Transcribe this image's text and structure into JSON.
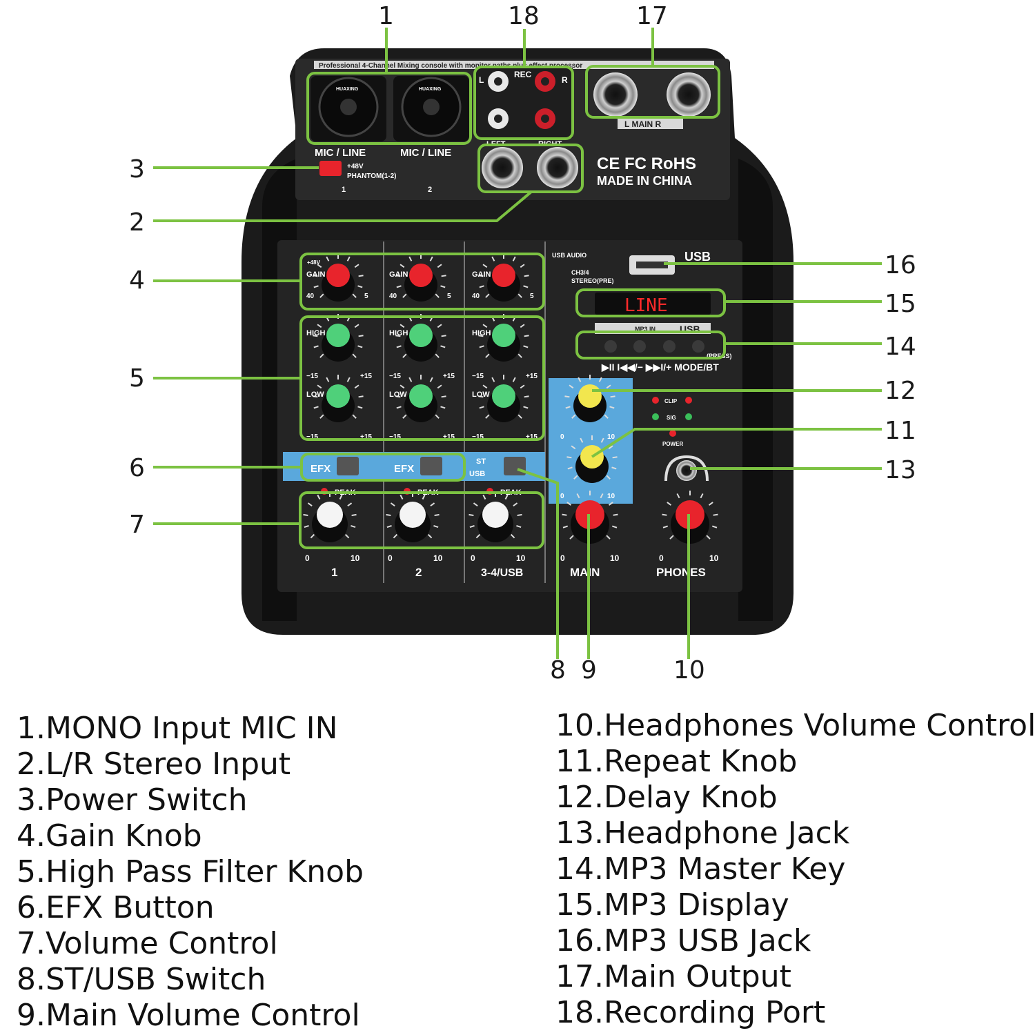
{
  "callouts": [
    "1",
    "2",
    "3",
    "4",
    "5",
    "6",
    "7",
    "8",
    "9",
    "10",
    "11",
    "12",
    "13",
    "14",
    "15",
    "16",
    "17",
    "18"
  ],
  "device": {
    "top_banner": "Professional 4-Channel Mixing console with monitor paths plus effect processor",
    "xlr_brand": "HUAXING",
    "mic_line_label": "MIC / LINE",
    "phantom_label": "+48V",
    "phantom_sub": "PHANTOM(1-2)",
    "ch1": "1",
    "ch2": "2",
    "rec_label": "REC",
    "rca_l": "L",
    "rca_r": "R",
    "stereo_left": "LEFT",
    "stereo_right": "RIGHT",
    "main_out_label": "L  MAIN  R",
    "cert_marks": "CE FC RoHS",
    "made_in": "MADE IN CHINA",
    "usb_audio_label": "USB AUDIO",
    "ch34_label": "CH3/4",
    "stereo_pre_label": "STEREO(PRE)",
    "usb_label": "USB",
    "display_text": "LINE",
    "mp3_in_label": "MP3 IN",
    "mp3_usb_label": "USB",
    "press_label": "(PRESS)",
    "mp3_buttons_label": "▶II   I◀◀/−   ▶▶I/+   MODE/BT",
    "gain_label": "GAIN",
    "gain_min": "40",
    "gain_max": "5",
    "plus48v_small": "+48V",
    "high_label": "HIGH",
    "low_label": "LOW",
    "eq_min": "−15",
    "eq_max": "+15",
    "efx_label": "EFX",
    "st_label": "ST",
    "usb_switch_label": "USB",
    "peak_label": "PEAK",
    "vol_min": "0",
    "vol_max": "10",
    "strip1": "1",
    "strip2": "2",
    "strip3": "3-4/USB",
    "main_label": "MAIN",
    "phones_label": "PHONES",
    "clip_label": "CLIP",
    "sig_label": "SIG",
    "power_label": "POWER"
  },
  "colors": {
    "callout_green": "#7cc242",
    "knob_red": "#e8242c",
    "knob_green": "#4fd07a",
    "knob_yellow": "#f2e64e",
    "knob_white": "#f4f4f4",
    "panel_blue": "#5aa8dc",
    "display_red": "#ff2a2a"
  },
  "legend_left": [
    "1.MONO Input MIC IN",
    "2.L/R Stereo Input",
    "3.Power Switch",
    "4.Gain Knob",
    "5.High Pass Filter Knob",
    "6.EFX Button",
    "7.Volume Control",
    "8.ST/USB Switch",
    "9.Main Volume Control"
  ],
  "legend_right": [
    "10.Headphones Volume Control",
    "11.Repeat Knob",
    "12.Delay Knob",
    "13.Headphone Jack",
    "14.MP3 Master Key",
    "15.MP3 Display",
    "16.MP3 USB Jack",
    "17.Main Output",
    "18.Recording Port"
  ]
}
